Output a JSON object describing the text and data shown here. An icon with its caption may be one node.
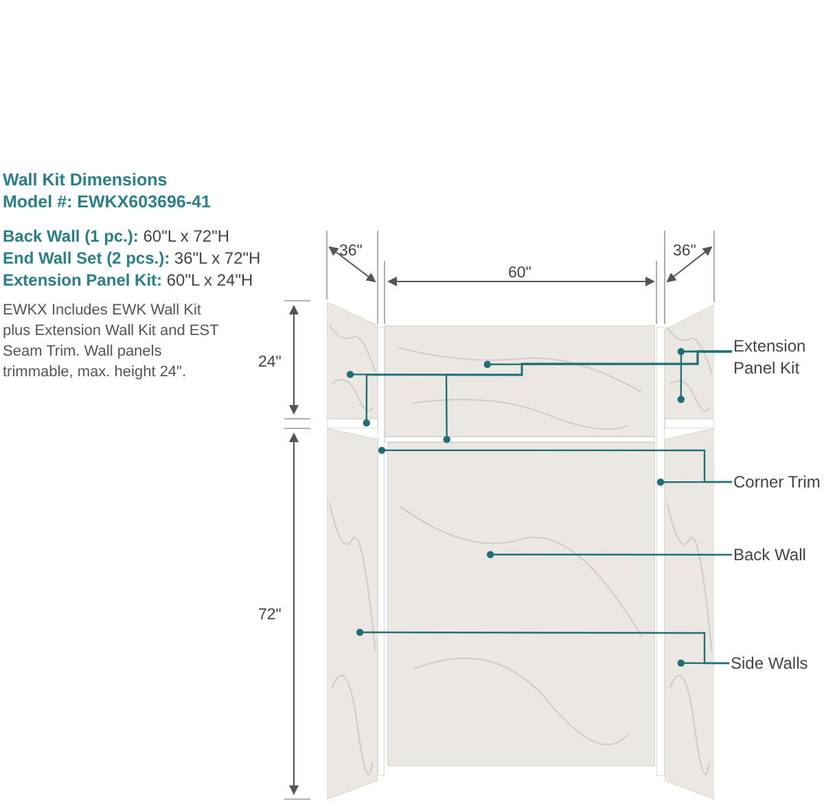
{
  "diagram": {
    "nodes": [
      {
        "text": [
          "Extension Panel Kit"
        ]
      },
      {
        "text": [
          "Corner Trim"
        ]
      },
      {
        "text": [
          "Back Wall"
        ]
      },
      {
        "text": [
          "Side Walls"
        ]
      },
      {
        "text": [],
        "shape": "box"
      },
      {
        "text": [],
        "shape": "box"
      },
      {
        "text": [],
        "shape": "box"
      },
      {
        "text": [],
        "shape": "bar"
      },
      {
        "text": [],
        "shape": "bar"
      },
      {
        "text": [],
        "shape": "bar"
      },
      {
        "text": [],
        "shape": "box"
      },
      {
        "text": [],
        "shape": "bar"
      },
      {
        "text": [],
        "shape": "box"
      },
      {
        "text": [],
        "shape": "bar"
      },
      {
        "text": [],
        "shape": "box"
      }
    ],
    "edges": [
      {
        "from": 0,
        "to": 4,
        "arrow": "other"
      },
      {
        "from": 0,
        "to": 7,
        "arrow": "other"
      },
      {
        "from": 0,
        "to": 8,
        "arrow": "other"
      },
      {
        "from": 0,
        "to": 5,
        "arrow": "other"
      },
      {
        "from": 0,
        "to": 6,
        "arrow": "other"
      },
      {
        "from": 0,
        "to": 6,
        "arrow": "other"
      },
      {
        "from": 1,
        "to": 11,
        "arrow": "other"
      },
      {
        "from": 1,
        "to": 13,
        "arrow": "other"
      },
      {
        "from": 2,
        "to": 12,
        "arrow": "other"
      },
      {
        "from": 3,
        "to": 10,
        "arrow": "other"
      },
      {
        "from": 3,
        "to": 14,
        "arrow": "other"
      }
    ],
    "labels": [
      "Wall Kit Dimensions",
      "Model #: EWKX603696-41",
      "**Back Wall (1 pc.):** 60\"L x 72\"H",
      "**End Wall Set (2 pcs.):** 36\"L x 72\"H",
      "**Extension Panel Kit:** 60\"L x 24\"H",
      "EWKX Includes EWK Wall Kit plus Extension Wall Kit and EST Seam Trim. Wall panels trimmable, max. height 24\".",
      "36\"",
      "60\"",
      "36\"",
      "24\"",
      "72\""
    ]
  }
}
